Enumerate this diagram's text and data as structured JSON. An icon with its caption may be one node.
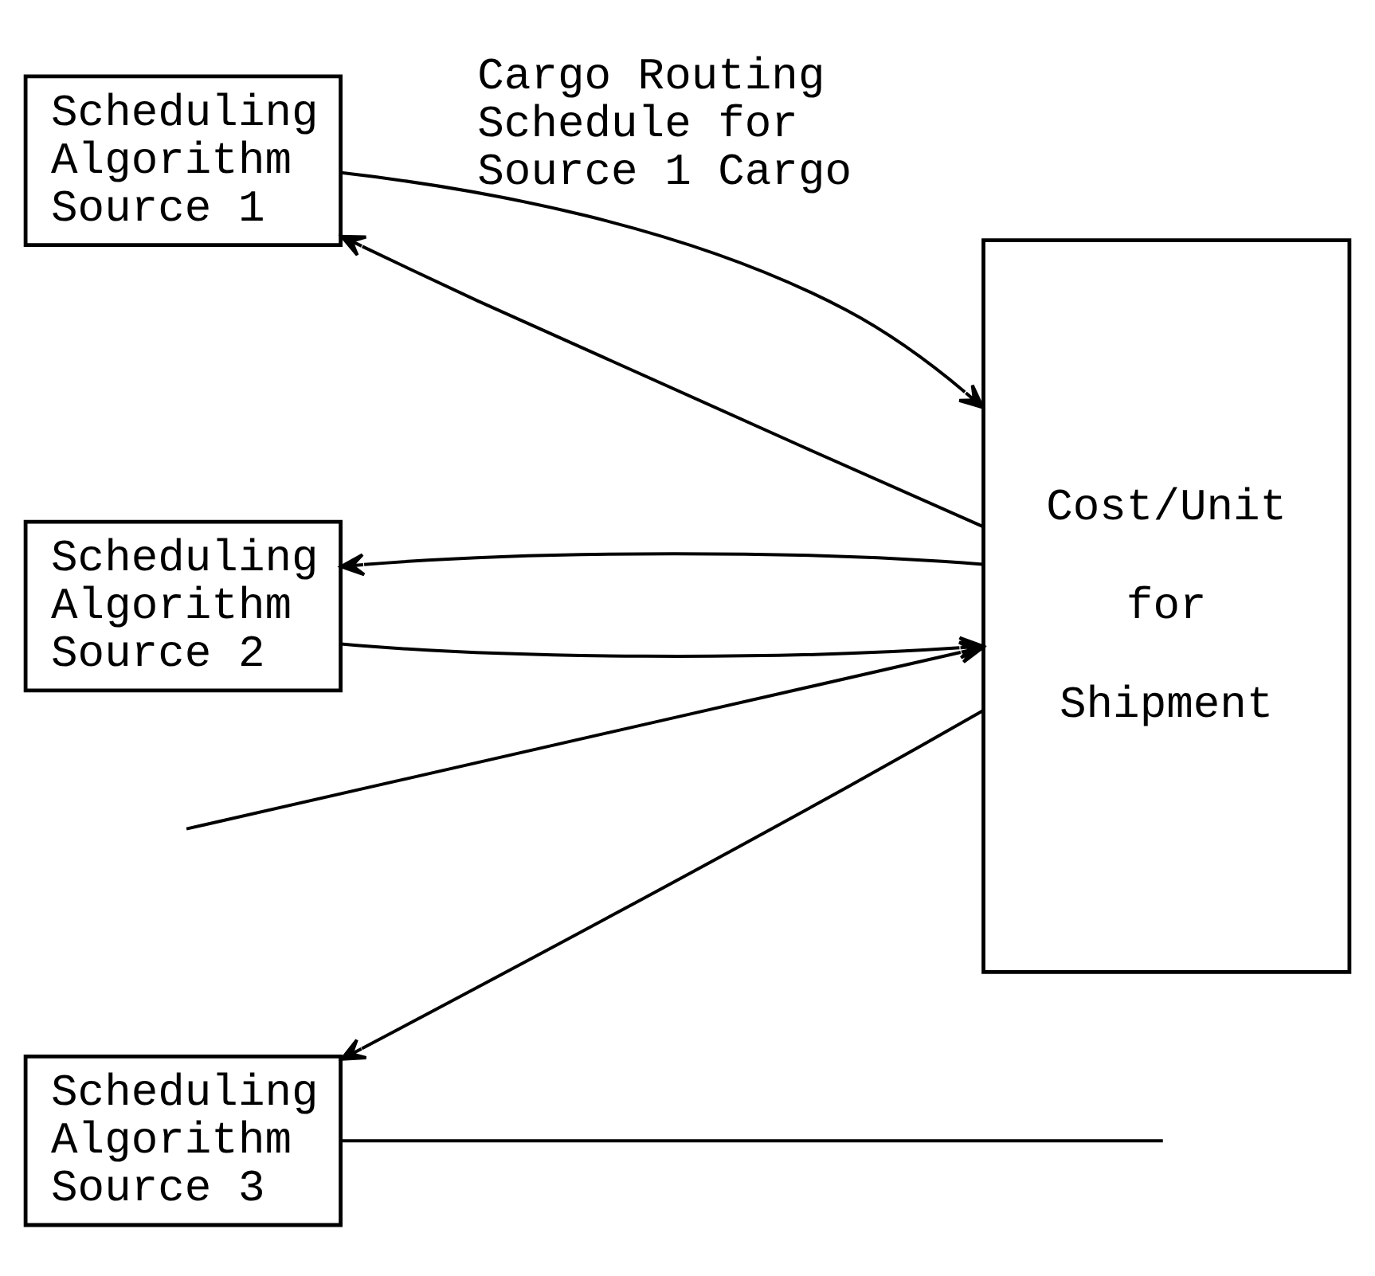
{
  "diagram": {
    "nodes": [
      {
        "text": [
          "Scheduling Algorithm Source 1"
        ]
      },
      {
        "text": [
          "Scheduling Algorithm Source 2"
        ]
      },
      {
        "text": [
          "Scheduling Algorithm Source 3"
        ]
      },
      {
        "text": [
          "Cost/Unit for Shipment"
        ]
      }
    ],
    "edges": [
      {
        "from": 3,
        "to": 0,
        "arrow": "to"
      },
      {
        "from": 0,
        "to": 3,
        "arrow": "to",
        "label": "Cargo Routing Schedule for Source 1 Cargo"
      },
      {
        "from": 3,
        "to": 1,
        "arrow": "to"
      },
      {
        "from": 1,
        "to": 3,
        "arrow": "to"
      },
      {
        "from": 3,
        "to": 2,
        "arrow": "to"
      },
      {
        "from": 2,
        "to": null,
        "arrow": "none"
      },
      {
        "from": null,
        "to": 3,
        "arrow": "to"
      }
    ]
  }
}
